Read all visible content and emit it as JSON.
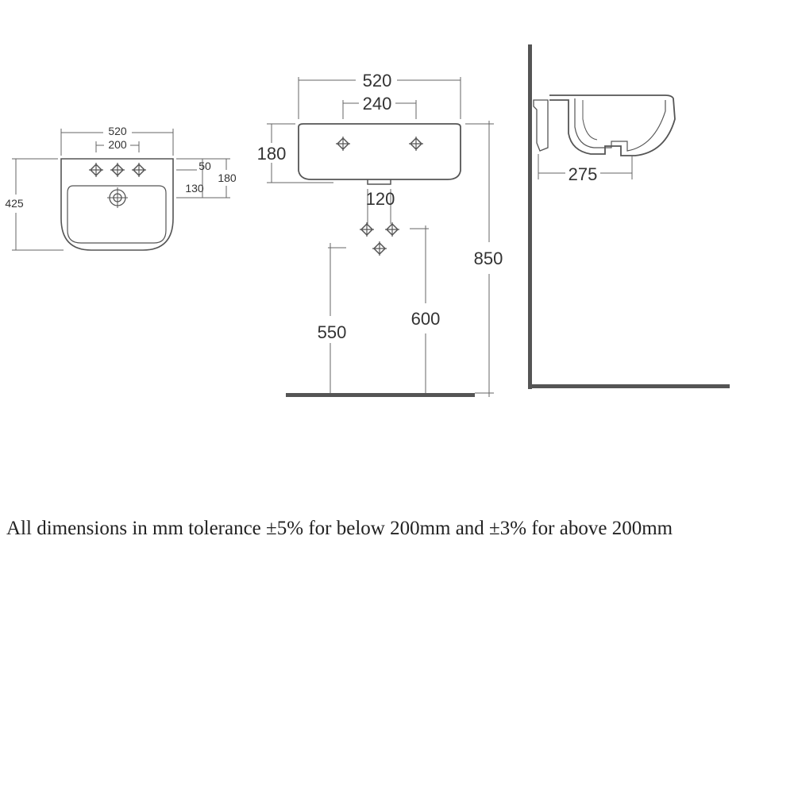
{
  "top_view": {
    "width": "520",
    "tap_centres": "200",
    "depth": "425",
    "tap_offset": "50",
    "waste_offset": "130",
    "overall_offset": "180"
  },
  "front_view": {
    "width": "520",
    "tap_centres": "240",
    "height": "180",
    "waste_outlet": "120",
    "floor_550": "550",
    "floor_600": "600",
    "rim_height": "850"
  },
  "side_view": {
    "projection": "275"
  },
  "note": "All dimensions in mm tolerance ±5% for below 200mm and ±3% for above 200mm"
}
